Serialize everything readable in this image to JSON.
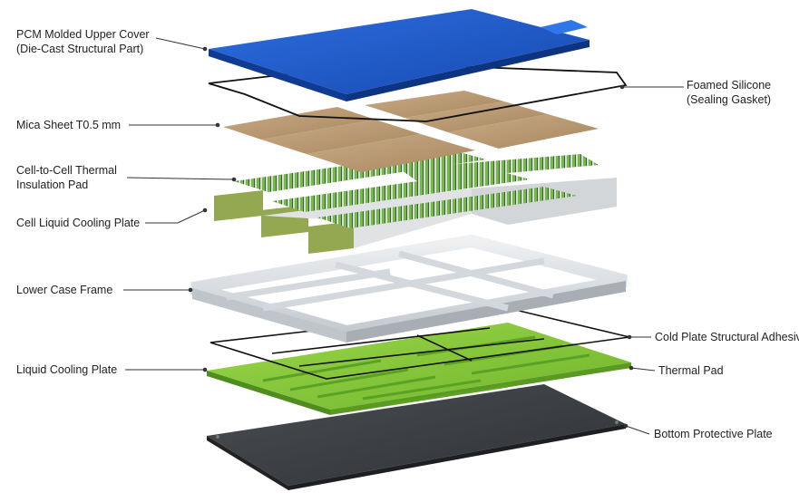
{
  "labels": {
    "pcm_cover": [
      "PCM Molded Upper Cover",
      "(Die-Cast Structural Part)"
    ],
    "foamed_silicone": [
      "Foamed Silicone",
      "(Sealing Gasket)"
    ],
    "mica_sheet": "Mica Sheet T0.5 mm",
    "thermal_insulation_pad": [
      "Cell-to-Cell Thermal",
      "Insulation Pad"
    ],
    "cell_cooling_plate": "Cell Liquid Cooling Plate",
    "lower_case_frame": "Lower Case Frame",
    "cold_plate_adhesive": "Cold Plate Structural Adhesive",
    "liquid_cooling_plate": "Liquid Cooling Plate",
    "thermal_pad": "Thermal Pad",
    "bottom_plate": "Bottom Protective Plate"
  },
  "colors": {
    "cover": "#1f5fd0",
    "mica": "#b89a74",
    "cells": "#7ac142",
    "frame": "#d9dde2",
    "cooling_plate": "#86c93a",
    "bottom_plate": "#3c3f43",
    "leader": "#333333"
  }
}
